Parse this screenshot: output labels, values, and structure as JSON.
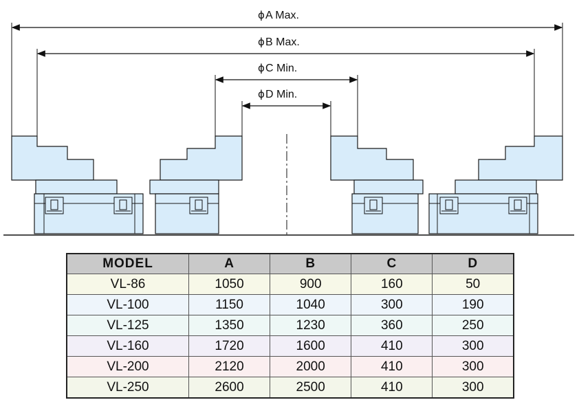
{
  "dimensions": {
    "a_label": "A Max.",
    "b_label": "B Max.",
    "c_label": "C Min.",
    "d_label": "D Min.",
    "diameter_symbol": "ϕ"
  },
  "colors": {
    "jaw_fill": "#d8ecfa",
    "line": "#1a1a1a",
    "header_bg": "#c9c9c9"
  },
  "table": {
    "headers": [
      "MODEL",
      "A",
      "B",
      "C",
      "D"
    ],
    "rows": [
      {
        "model": "VL-86",
        "a": "1050",
        "b": "900",
        "c": "160",
        "d": "50",
        "bg": "#f7f8e8"
      },
      {
        "model": "VL-100",
        "a": "1150",
        "b": "1040",
        "c": "300",
        "d": "190",
        "bg": "#eef5fb"
      },
      {
        "model": "VL-125",
        "a": "1350",
        "b": "1230",
        "c": "360",
        "d": "250",
        "bg": "#eef8f6"
      },
      {
        "model": "VL-160",
        "a": "1720",
        "b": "1600",
        "c": "410",
        "d": "300",
        "bg": "#f2eff8"
      },
      {
        "model": "VL-200",
        "a": "2120",
        "b": "2000",
        "c": "410",
        "d": "300",
        "bg": "#fbeff0"
      },
      {
        "model": "VL-250",
        "a": "2600",
        "b": "2500",
        "c": "410",
        "d": "300",
        "bg": "#f3f6ea"
      }
    ]
  }
}
